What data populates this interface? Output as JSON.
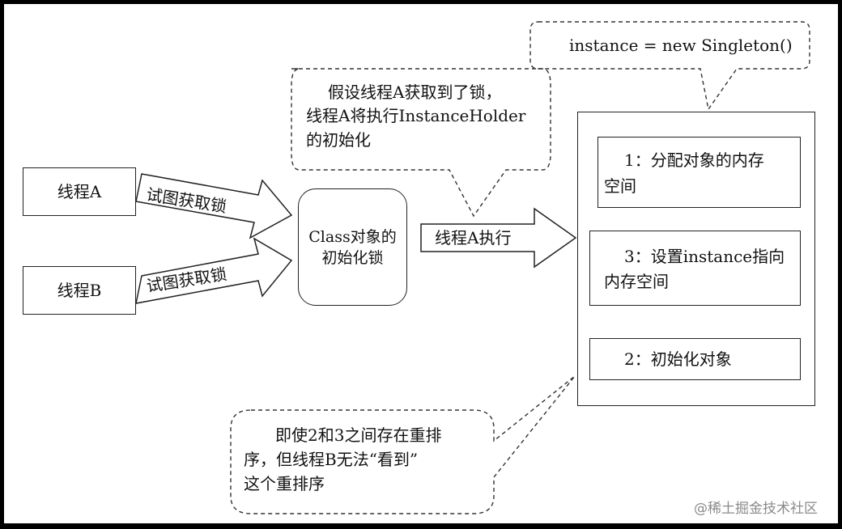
{
  "thread_a": "线程A",
  "thread_b": "线程B",
  "arrow_a_label": "试图获取锁",
  "arrow_b_label": "试图获取锁",
  "lock_box": [
    "Class对象的",
    "初始化锁"
  ],
  "exec_arrow_label": "线程A执行",
  "bubble_top": [
    "假设线程A获取到了锁，",
    "线程A将执行InstanceHolder",
    "的初始化"
  ],
  "bubble_instance": "instance = new Singleton()",
  "step1": [
    "1：分配对象的内存",
    "空间"
  ],
  "step3": [
    "3：设置instance指向",
    "内存空间"
  ],
  "step2": "2：初始化对象",
  "bubble_bottom": [
    "即使2和3之间存在重排",
    "序，但线程B无法“看到”",
    "这个重排序"
  ],
  "watermark": "@稀土掘金技术社区"
}
